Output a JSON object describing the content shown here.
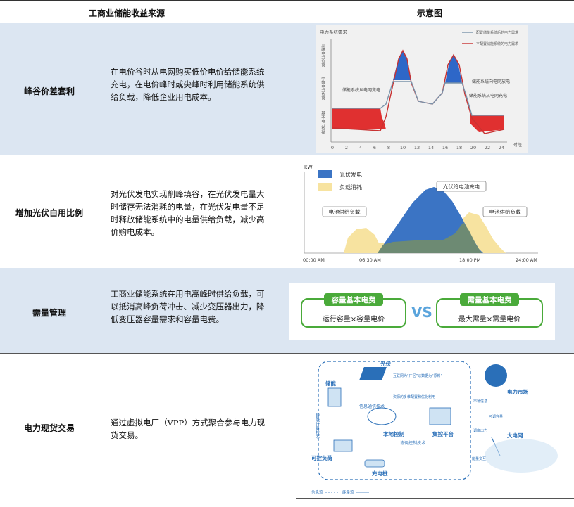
{
  "header": {
    "col1": "工商业储能收益来源",
    "col2": "示意图"
  },
  "rows": [
    {
      "label": "峰谷价差套利",
      "desc": "在电价谷时从电网购买低价电价给储能系统充电，在电价峰时或尖峰时利用储能系统供给负载，降低企业用电成本。"
    },
    {
      "label": "增加光伏自用比例",
      "desc": "对光伏发电实现削峰填谷，在光伏发电量大时储存无法消耗的电量，在光伏发电量不足时释放储能系统中的电量供给负载，减少高价购电成本。"
    },
    {
      "label": "需量管理",
      "desc": "工商业储能系统在用电高峰时供给负载，可以抵消高峰负荷冲击、减少变压器出力，降低变压器容量需求和容量电费。"
    },
    {
      "label": "电力现货交易",
      "desc": "通过虚拟电厂（VPP）方式聚合参与电力现货交易。"
    }
  ],
  "fig1": {
    "yaxis_title": "电力系统需求",
    "ylabels": [
      "高峰电力负荷",
      "中等电力负荷",
      "基本电力负荷"
    ],
    "legend": [
      "配置储能系统后的电力需求",
      "不配置储能系统的电力需求"
    ],
    "ann_charge": "储能系统从电网充电",
    "ann_discharge": "储能系统向电网放电",
    "ann_charge2": "储能系统从电网充电",
    "xlabel": "时段",
    "xticks": [
      "0",
      "2",
      "4",
      "6",
      "8",
      "10",
      "12",
      "14",
      "16",
      "18",
      "20",
      "22",
      "24"
    ],
    "colors": {
      "red": "#e03030",
      "blue": "#2e67c8",
      "curve": "#7a94ab"
    }
  },
  "fig2": {
    "unit": "kW",
    "legend_pv": "光伏发电",
    "legend_load": "负载消耗",
    "ann_center": "光伏给电池充电",
    "ann_left": "电池供给负载",
    "ann_right": "电池供给负载",
    "xticks": [
      "00:00 AM",
      "06:30 AM",
      "18:00 PM",
      "24:00 AM"
    ],
    "colors": {
      "pv": "#3b74c4",
      "load": "#f7e3a0",
      "overlap": "#6d8a73"
    }
  },
  "fig3": {
    "left_title": "容量基本电费",
    "left_formula": "运行容量×容量电价",
    "vs": "VS",
    "right_title": "需量基本电费",
    "right_formula": "最大需量×需量电价",
    "colors": {
      "green": "#4aaa3a",
      "vs": "#5aa4dc"
    }
  },
  "fig4": {
    "pv": "光伏",
    "storage": "储能",
    "meter": "智能计量技术",
    "load": "可控负荷",
    "charger": "充电桩",
    "local": "本地控制",
    "info_tech": "信息通信技术",
    "coord": "协调控制技术",
    "center": "集控平台",
    "market": "电力市场",
    "grid": "大电网",
    "note1": "互联网为“厂区”以数据为“原料”",
    "note2": "资源的多维配置和优化利用",
    "market_info": "市场信息",
    "dispatch": "调度出力",
    "tradable": "可调容量",
    "energy_ex": "能量交互",
    "legend_info": "信息流",
    "legend_energy": "能量流",
    "colors": {
      "blue": "#2a6fb8",
      "light": "#cfe3f3"
    }
  }
}
